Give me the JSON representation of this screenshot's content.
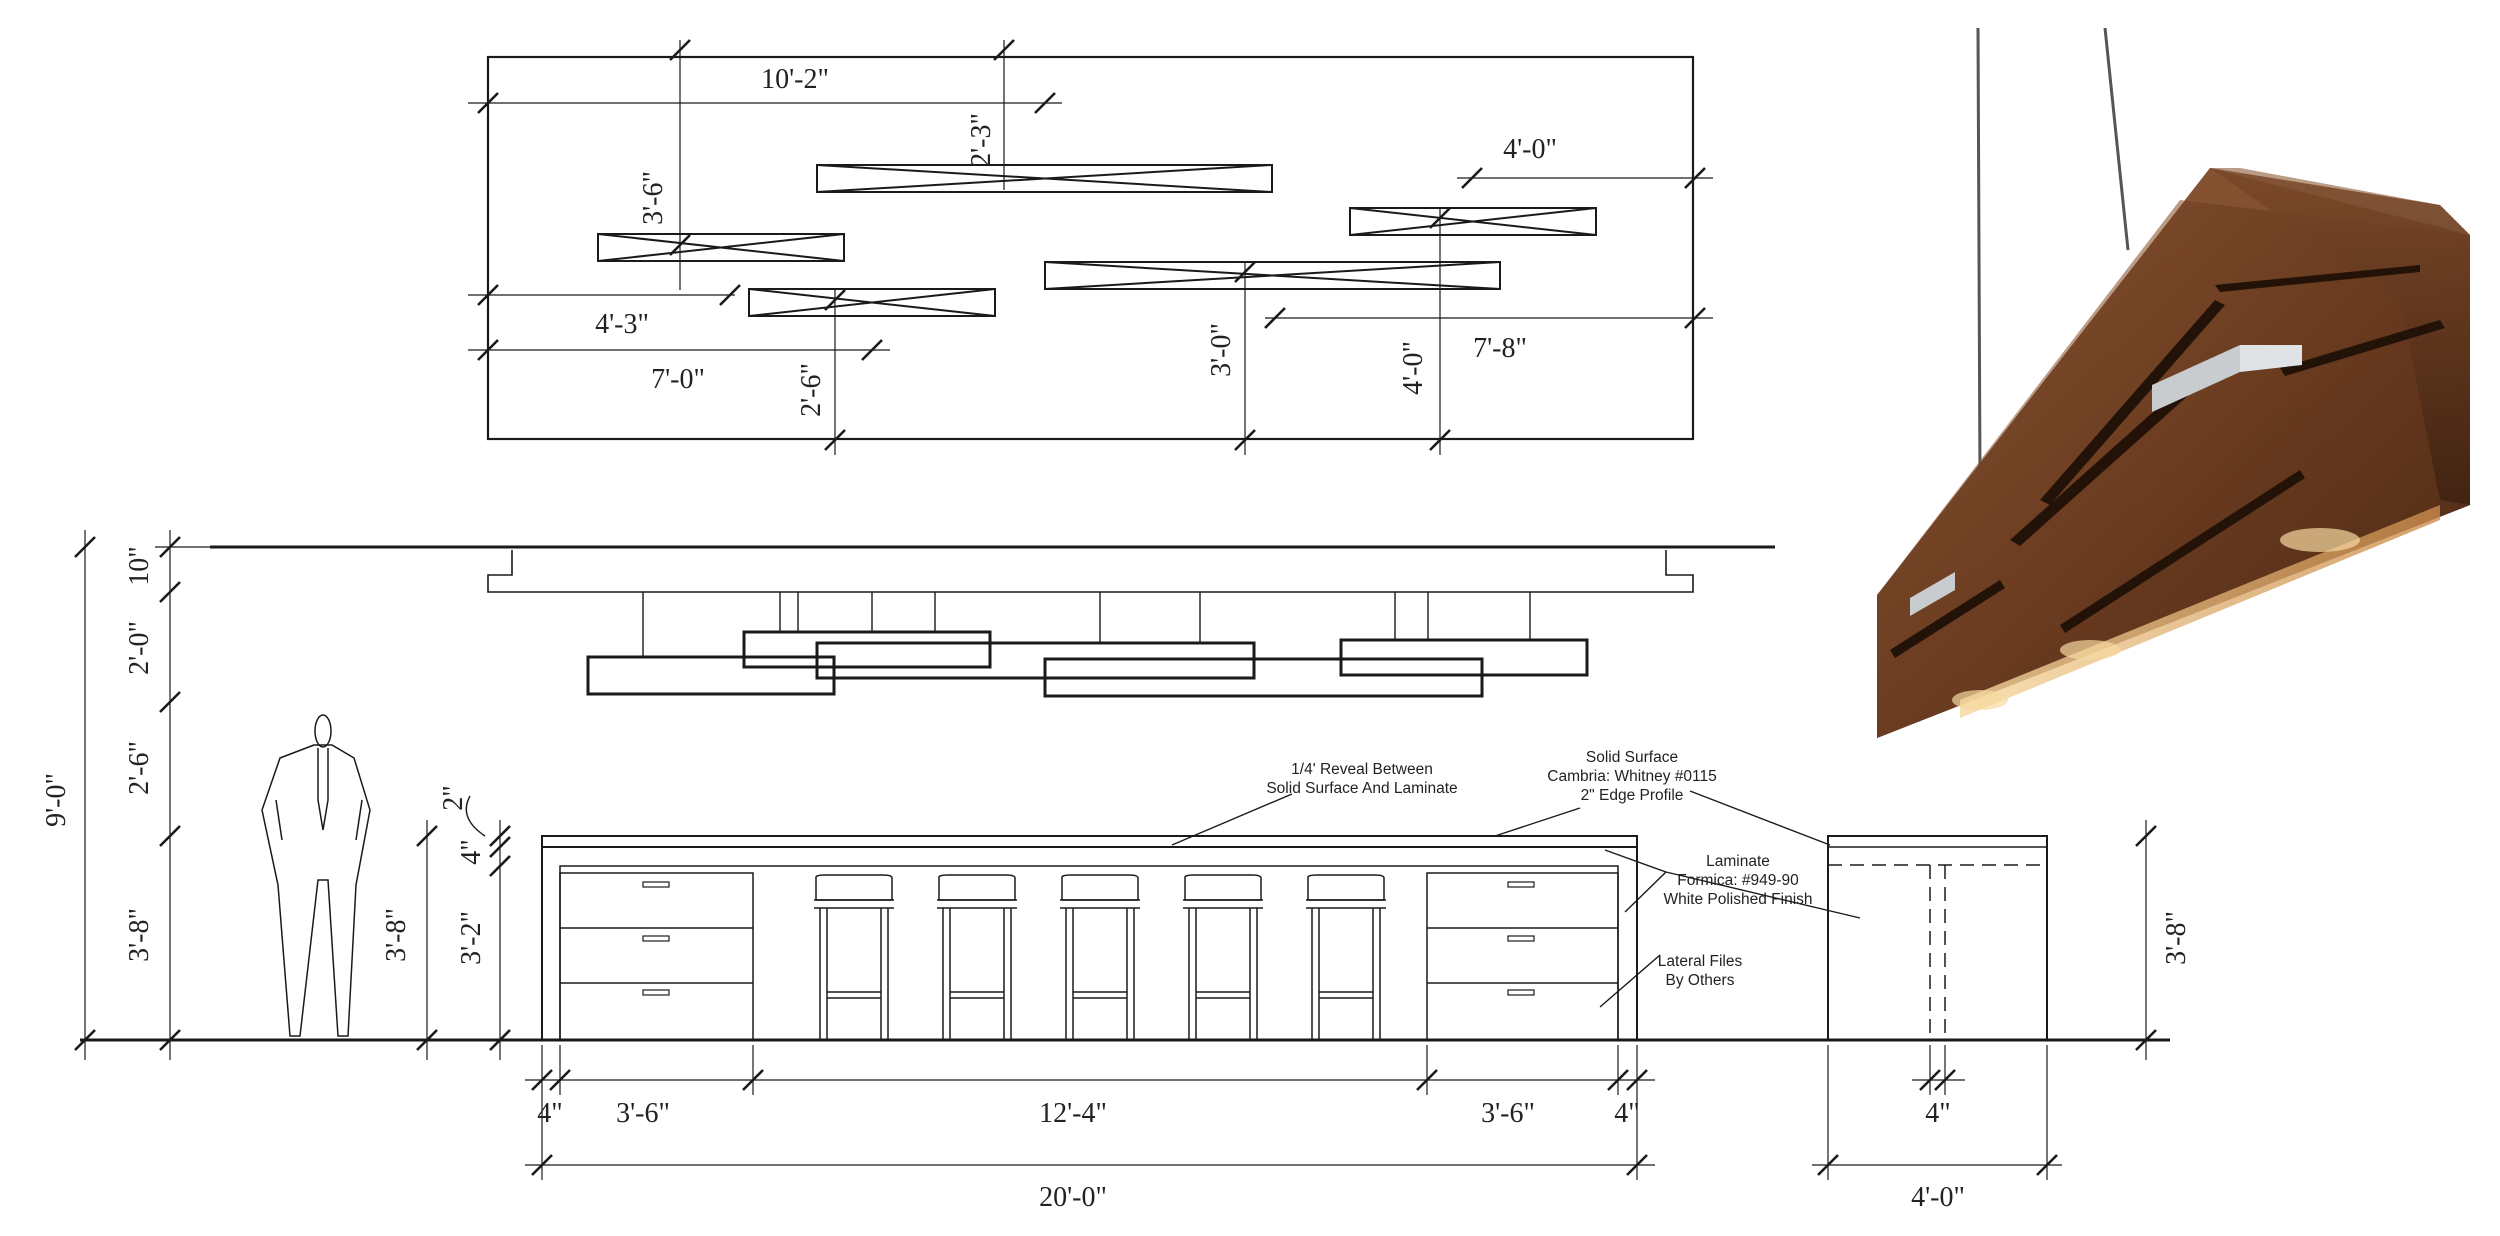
{
  "plan_view": {
    "dims": {
      "d_10_2": "10'-2\"",
      "d_2_3": "2'-3\"",
      "d_3_6": "3'-6\"",
      "d_4_0_top": "4'-0\"",
      "d_4_3": "4'-3\"",
      "d_7_0": "7'-0\"",
      "d_2_6": "2'-6\"",
      "d_3_0": "3'-0\"",
      "d_4_0_vert": "4'-0\"",
      "d_7_8": "7'-8\""
    }
  },
  "elevation": {
    "dims": {
      "ceiling_10": "10\"",
      "drop_2_0": "2'-0\"",
      "gap_2_6": "2'-6\"",
      "counter_3_8": "3'-8\"",
      "overall_9_0": "9'-0\"",
      "person_3_8": "3'-8\"",
      "top_2": "2\"",
      "top_4": "4\"",
      "cab_3_2": "3'-2\"",
      "end_3_8": "3'-8\""
    },
    "bottom_dims": {
      "b_4_left": "4\"",
      "b_3_6_left": "3'-6\"",
      "b_12_4": "12'-4\"",
      "b_3_6_right": "3'-6\"",
      "b_4_right": "4\"",
      "b_20_0": "20'-0\"",
      "b_end_4": "4\"",
      "b_end_4_0": "4'-0\""
    },
    "notes": {
      "reveal_1": "1/4' Reveal Between",
      "reveal_2": "Solid Surface And Laminate",
      "solid_1": "Solid Surface",
      "solid_2": "Cambria: Whitney #0115",
      "solid_3": "2\" Edge Profile",
      "laminate_1": "Laminate",
      "laminate_2": "Formica: #949-90",
      "laminate_3": "White Polished Finish",
      "files_1": "Lateral Files",
      "files_2": "By Others"
    }
  },
  "colors": {
    "line": "#1a1a1a",
    "wood_dark": "#4a2a16",
    "wood_mid": "#7a4a2a",
    "wood_light": "#a06a40",
    "glow": "#f0c98a",
    "metal": "#c8ccce"
  }
}
